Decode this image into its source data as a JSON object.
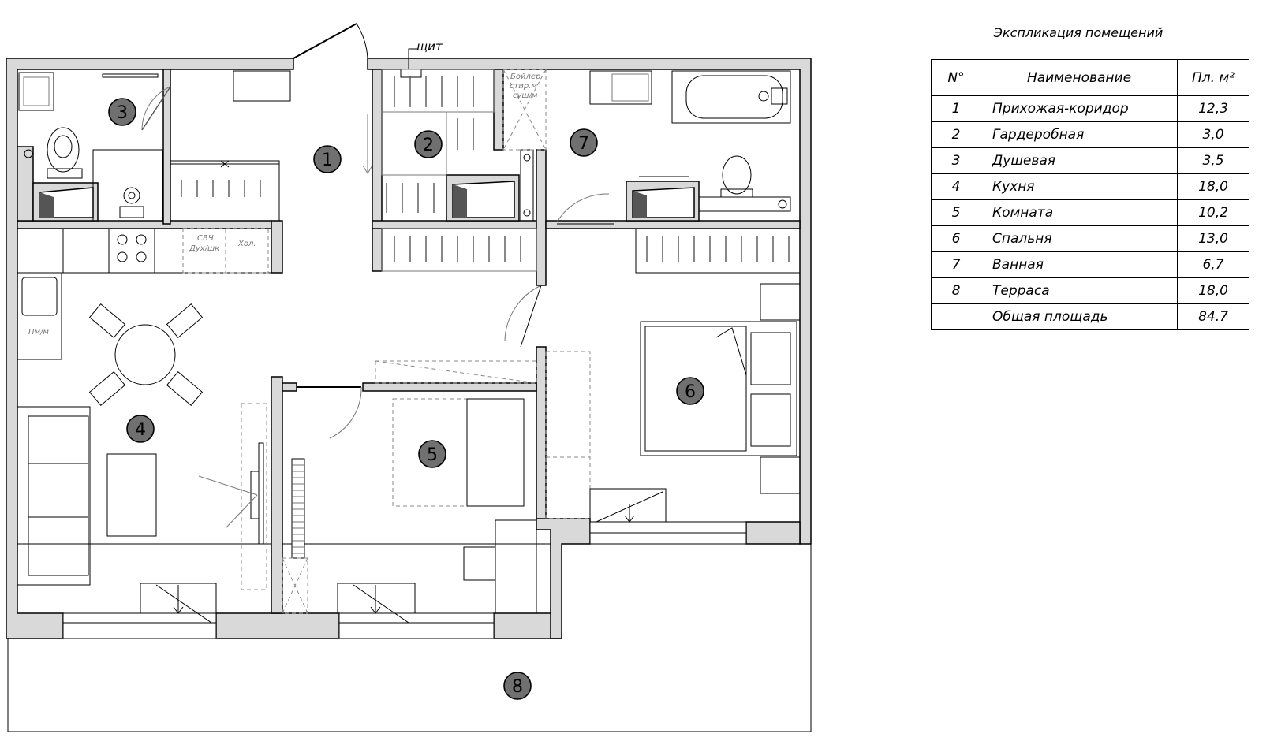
{
  "plan": {
    "labels": {
      "shield": "щит",
      "boiler": "Бойлер",
      "washer": "стир.м",
      "dryer": "суш/м",
      "microwave": "СВЧ",
      "oven": "Дух/шк",
      "fridge": "Хол.",
      "dishwasher": "Пм/м"
    },
    "rooms": [
      {
        "num": "1"
      },
      {
        "num": "2"
      },
      {
        "num": "3"
      },
      {
        "num": "4"
      },
      {
        "num": "5"
      },
      {
        "num": "6"
      },
      {
        "num": "7"
      },
      {
        "num": "8"
      }
    ]
  },
  "explication": {
    "title": "Экспликация помещений",
    "headers": {
      "num": "N°",
      "name": "Наименование",
      "area": "Пл. м²"
    },
    "rows": [
      {
        "num": "1",
        "name": "Прихожая-коридор",
        "area": "12,3"
      },
      {
        "num": "2",
        "name": "Гардеробная",
        "area": "3,0"
      },
      {
        "num": "3",
        "name": "Душевая",
        "area": "3,5"
      },
      {
        "num": "4",
        "name": "Кухня",
        "area": "18,0"
      },
      {
        "num": "5",
        "name": "Комната",
        "area": "10,2"
      },
      {
        "num": "6",
        "name": "Спальня",
        "area": "13,0"
      },
      {
        "num": "7",
        "name": "Ванная",
        "area": "6,7"
      },
      {
        "num": "8",
        "name": "Терраса",
        "area": "18,0"
      }
    ],
    "total": {
      "num": "",
      "name": "Общая площадь",
      "area": "84.7"
    }
  }
}
